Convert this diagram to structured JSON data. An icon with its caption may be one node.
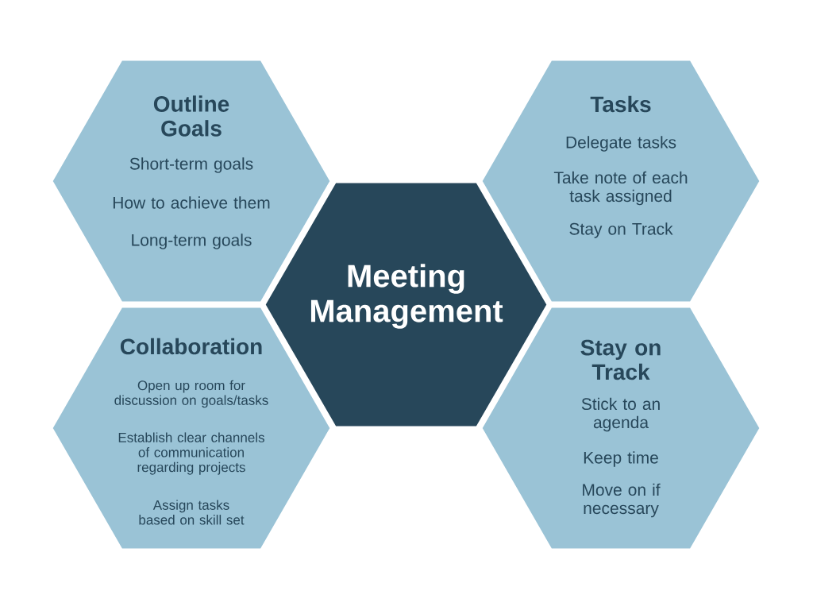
{
  "diagram": {
    "nodes": [
      {
        "text": [
          "Outline Goals",
          "Short-term goals",
          "How to achieve them",
          "Long-term goals"
        ]
      },
      {
        "text": [
          "Meeting Management"
        ]
      },
      {
        "text": [
          "Tasks",
          "Delegate tasks",
          "Take note of each task assigned",
          "Stay on Track"
        ]
      },
      {
        "text": [
          "Collaboration",
          "Open up room for discussion on goals/tasks",
          "Establish clear channels of communication regarding projects",
          "Assign tasks based on skill set"
        ]
      },
      {
        "text": [
          "Stay on Track",
          "Stick to an agenda",
          "Keep time",
          "Move on if necessary"
        ]
      }
    ]
  }
}
